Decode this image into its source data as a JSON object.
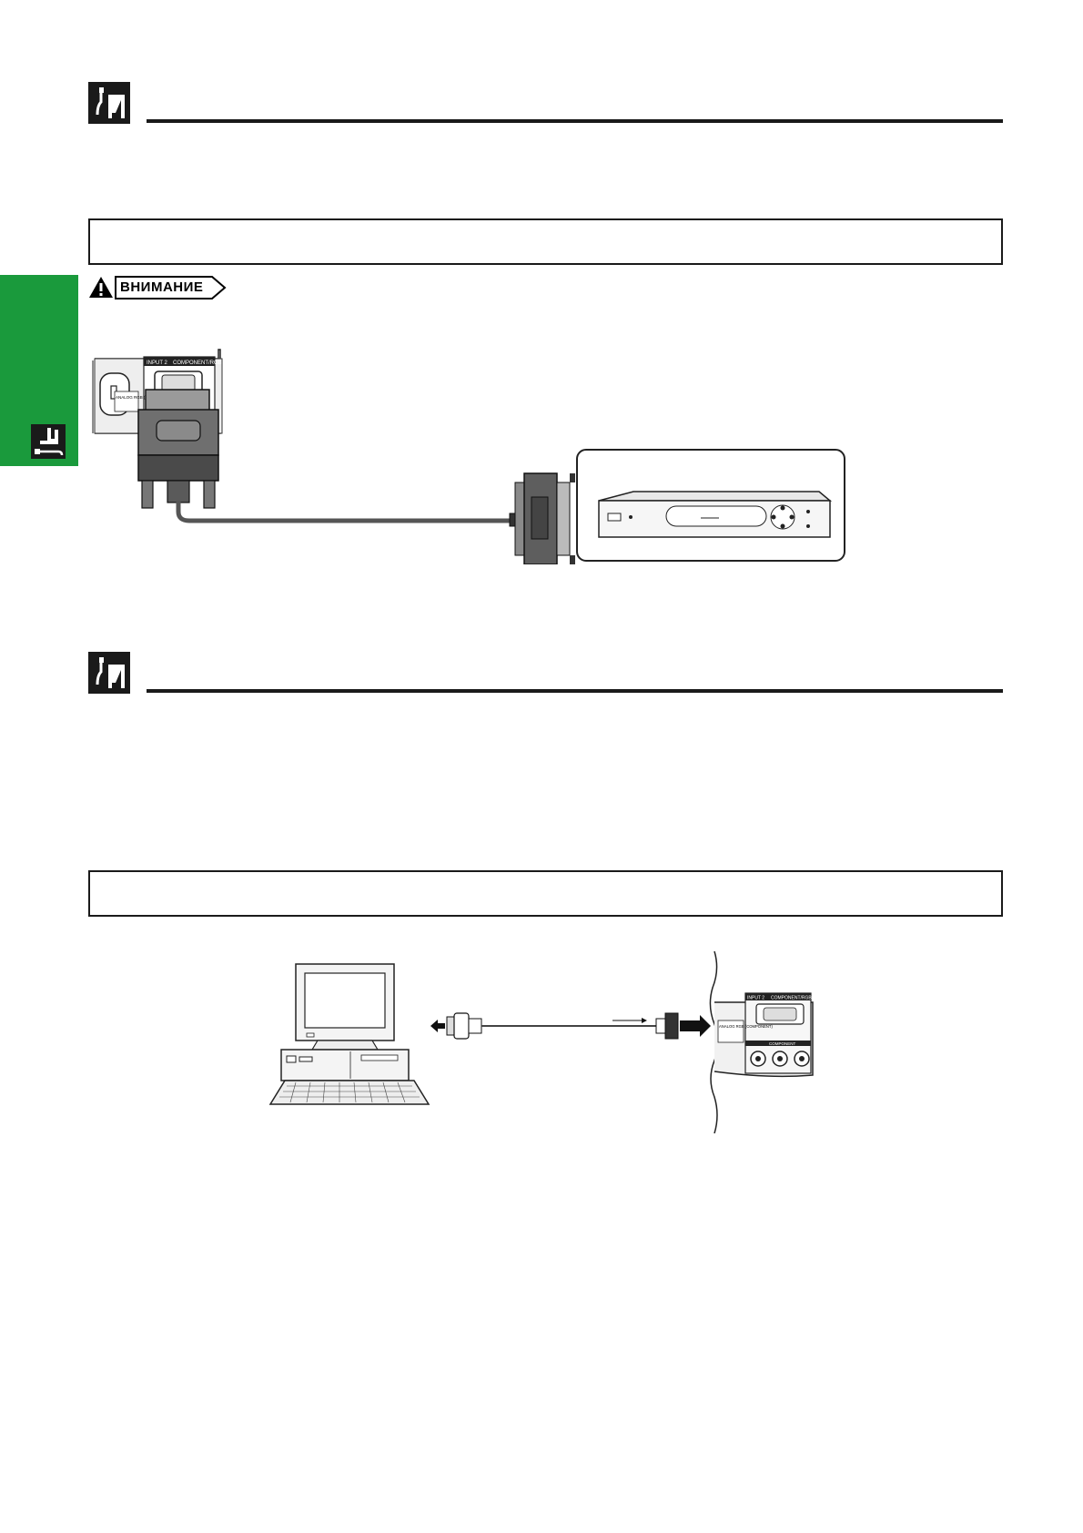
{
  "caution": {
    "label": "ВНИМАНИЕ",
    "icon": "warning-triangle-icon"
  },
  "figure1": {
    "projector_port_labels": [
      "INPUT 2",
      "COMPONENT/RGB"
    ],
    "projector_side_label": "ANALOG RGB (COMPONENT)"
  },
  "figure2": {
    "projector_port_labels": [
      "INPUT 2",
      "COMPONENT/RGB",
      "COMPONENT"
    ],
    "projector_side_label": "ANALOG RGB (COMPONENT)"
  },
  "colors": {
    "side_tab": "#1a9a3c",
    "rule": "#1a1a1a"
  }
}
